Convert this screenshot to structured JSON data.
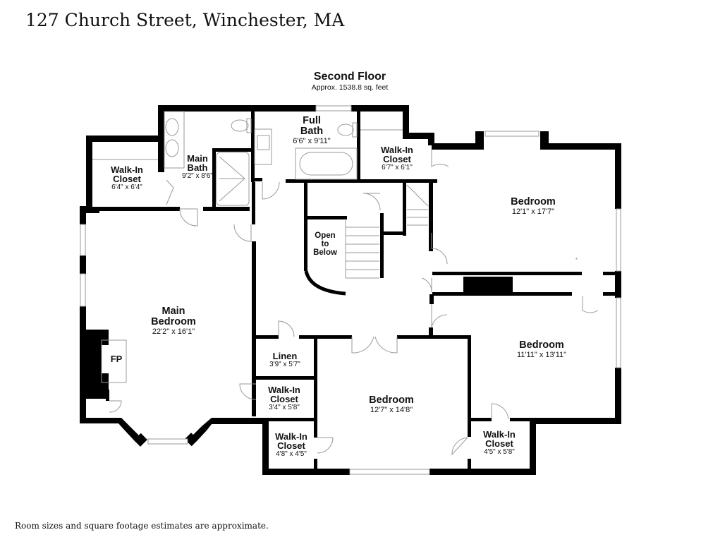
{
  "header": {
    "title": "127 Church Street, Winchester, MA"
  },
  "floor": {
    "name": "Second Floor",
    "area": "Approx. 1538.8 sq. feet"
  },
  "rooms": {
    "walkin_closet_main": {
      "name_l1": "Walk-In",
      "name_l2": "Closet",
      "dims": "6'4\" x 6'4\""
    },
    "main_bath": {
      "name_l1": "Main",
      "name_l2": "Bath",
      "dims": "9'2\" x 8'6\""
    },
    "full_bath": {
      "name_l1": "Full",
      "name_l2": "Bath",
      "dims": "6'6\" x 9'11\""
    },
    "walkin_closet_ne": {
      "name_l1": "Walk-In",
      "name_l2": "Closet",
      "dims": "6'7\" x 6'1\""
    },
    "bedroom_ne": {
      "name": "Bedroom",
      "dims": "12'1\" x 17'7\""
    },
    "open_to_below": {
      "l1": "Open",
      "l2": "to",
      "l3": "Below"
    },
    "main_bedroom": {
      "name_l1": "Main",
      "name_l2": "Bedroom",
      "dims": "22'2\" x 16'1\""
    },
    "fireplace": {
      "label": "FP"
    },
    "bedroom_e": {
      "name": "Bedroom",
      "dims": "11'11\" x 13'11\""
    },
    "linen": {
      "name": "Linen",
      "dims": "3'9\" x 5'7\""
    },
    "walkin_closet_mid": {
      "name_l1": "Walk-In",
      "name_l2": "Closet",
      "dims": "3'4\" x 5'8\""
    },
    "walkin_closet_sw": {
      "name_l1": "Walk-In",
      "name_l2": "Closet",
      "dims": "4'8\" x 4'5\""
    },
    "bedroom_s": {
      "name": "Bedroom",
      "dims": "12'7\" x 14'8\""
    },
    "walkin_closet_se": {
      "name_l1": "Walk-In",
      "name_l2": "Closet",
      "dims": "4'5\" x 5'8\""
    }
  },
  "footer": {
    "disclaimer": "Room sizes and square footage estimates are approximate."
  },
  "colors": {
    "wall": "#000000",
    "fixture_line": "#9a9a9a",
    "background": "#ffffff"
  }
}
